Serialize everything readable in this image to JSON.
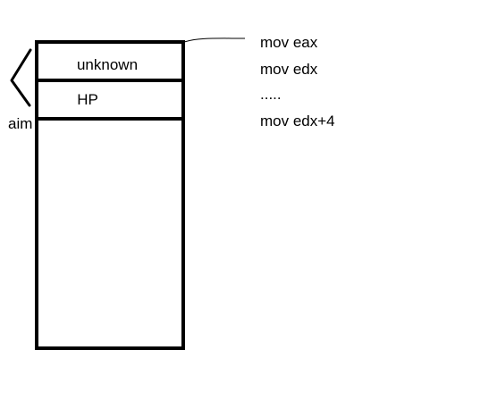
{
  "diagram": {
    "stack": {
      "cells": [
        {
          "label": "unknown"
        },
        {
          "label": "HP"
        }
      ],
      "pointer_label": "aim"
    },
    "code": {
      "lines": [
        "mov eax",
        "mov edx",
        ".....",
        "mov edx+4"
      ]
    },
    "colors": {
      "ink": "#000000",
      "background": "#ffffff"
    }
  }
}
